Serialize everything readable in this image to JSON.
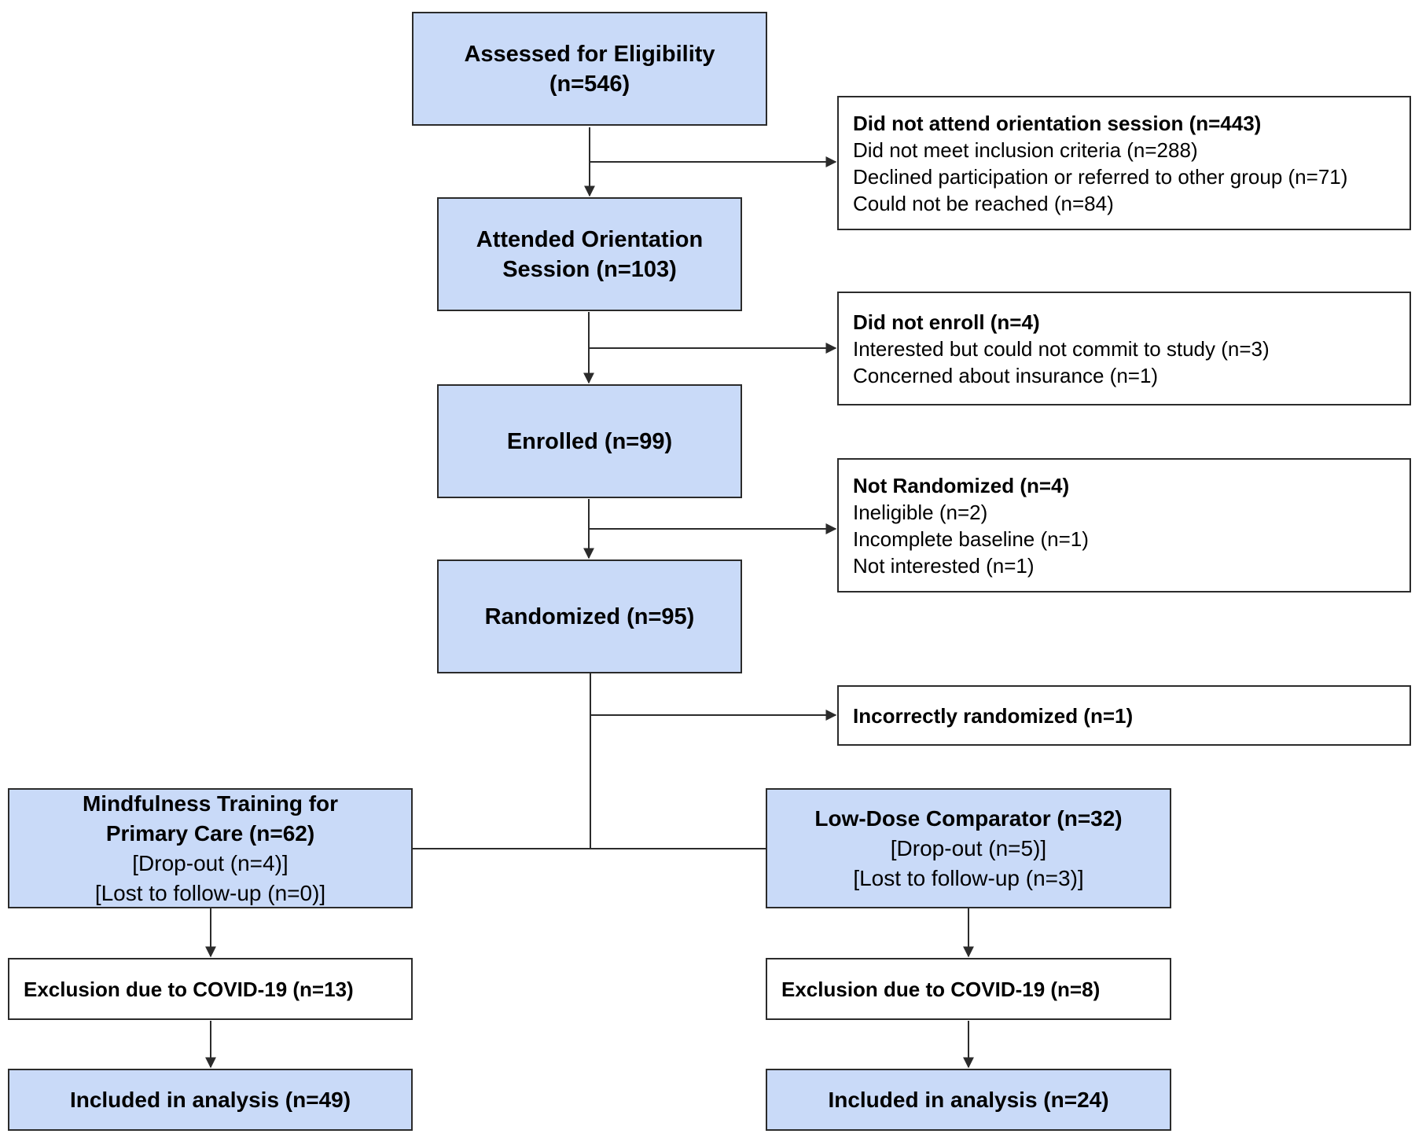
{
  "main_flow": {
    "assessed": {
      "line1": "Assessed for Eligibility",
      "line2": "(n=546)"
    },
    "attended": {
      "line1": "Attended Orientation",
      "line2": "Session (n=103)"
    },
    "enrolled": {
      "label": "Enrolled (n=99)"
    },
    "randomized": {
      "label": "Randomized (n=95)"
    }
  },
  "side_boxes": {
    "no_orientation": {
      "title": "Did not attend orientation session (n=443)",
      "items": [
        "Did not meet inclusion criteria (n=288)",
        "Declined participation or referred to other group (n=71)",
        "Could not be reached (n=84)"
      ]
    },
    "not_enrolled": {
      "title": "Did not enroll (n=4)",
      "items": [
        "Interested but could not commit to study (n=3)",
        "Concerned about insurance (n=1)"
      ]
    },
    "not_randomized": {
      "title": "Not Randomized (n=4)",
      "items": [
        "Ineligible (n=2)",
        "Incomplete baseline (n=1)",
        "Not interested (n=1)"
      ]
    },
    "incorrectly_randomized": {
      "title": "Incorrectly randomized (n=1)"
    }
  },
  "arms": {
    "left": {
      "title_line1": "Mindfulness Training for",
      "title_line2": "Primary Care (n=62)",
      "dropout": "[Drop-out (n=4)]",
      "lost": "[Lost to follow-up (n=0)]",
      "exclusion": "Exclusion due to COVID-19 (n=13)",
      "included": "Included in analysis (n=49)"
    },
    "right": {
      "title": "Low-Dose Comparator (n=32)",
      "dropout": "[Drop-out (n=5)]",
      "lost": "[Lost to follow-up (n=3)]",
      "exclusion": "Exclusion due to COVID-19 (n=8)",
      "included": "Included in analysis (n=24)"
    }
  },
  "colors": {
    "box_fill_blue": "#c9daf8",
    "box_fill_white": "#ffffff",
    "line_color": "#2b2b2b"
  }
}
